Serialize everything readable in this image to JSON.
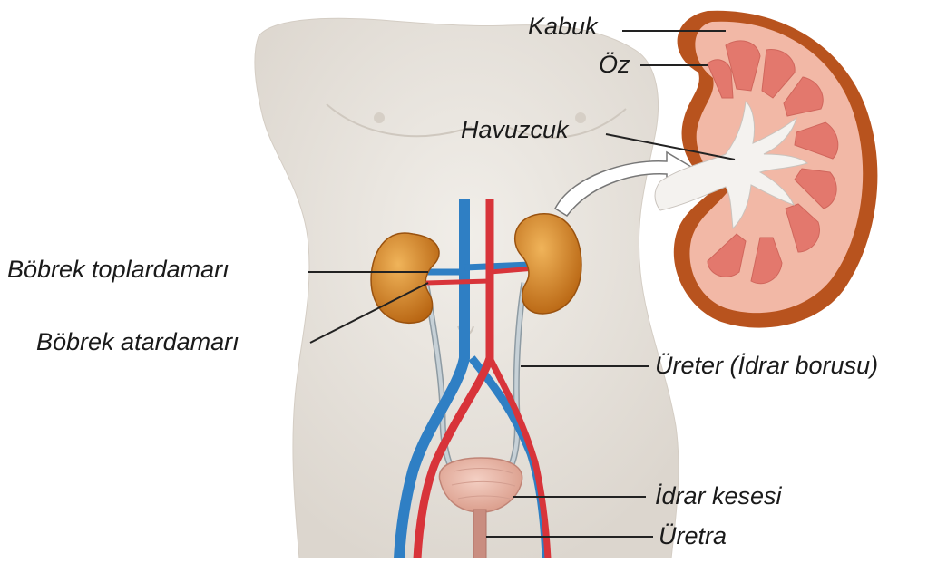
{
  "labels": {
    "kabuk": "Kabuk",
    "oz": "Öz",
    "havuzcuk": "Havuzcuk",
    "renal_vein": "Böbrek toplardamarı",
    "renal_artery": "Böbrek atardamarı",
    "ureter": "Üreter (İdrar borusu)",
    "bladder": "İdrar kesesi",
    "urethra": "Üretra"
  },
  "colors": {
    "skin": "#ece8e2",
    "skin_shadow": "#d9d3cb",
    "kidney": "#c9781c",
    "kidney_light": "#e6a44a",
    "vein": "#2f7fc4",
    "artery": "#d8343a",
    "ureter": "#aab7bf",
    "bladder": "#e9b7a8",
    "cortex": "#f2b8a6",
    "capsule": "#b8531e",
    "medulla": "#e57f74",
    "pelvis": "#f6f4f1",
    "leader": "#222222"
  }
}
